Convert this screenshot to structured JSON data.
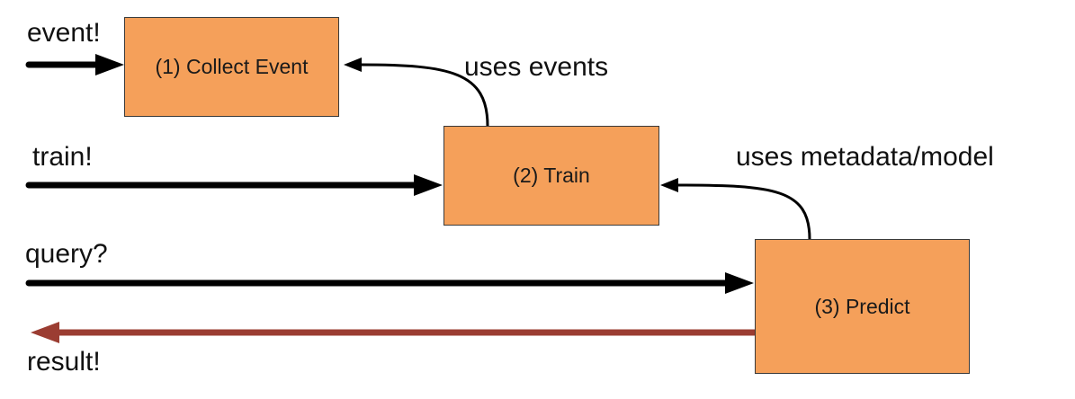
{
  "boxes": {
    "collect": "(1) Collect Event",
    "train": "(2) Train",
    "predict": "(3) Predict"
  },
  "inputs": {
    "event": "event!",
    "train": "train!",
    "query": "query?",
    "result": "result!"
  },
  "annotations": {
    "uses_events": "uses events",
    "uses_metadata": "uses metadata/model"
  },
  "colors": {
    "box_fill": "#f5a05a",
    "box_border": "#3a3a3a",
    "arrow": "#000000",
    "result_arrow": "#9b3d32"
  }
}
